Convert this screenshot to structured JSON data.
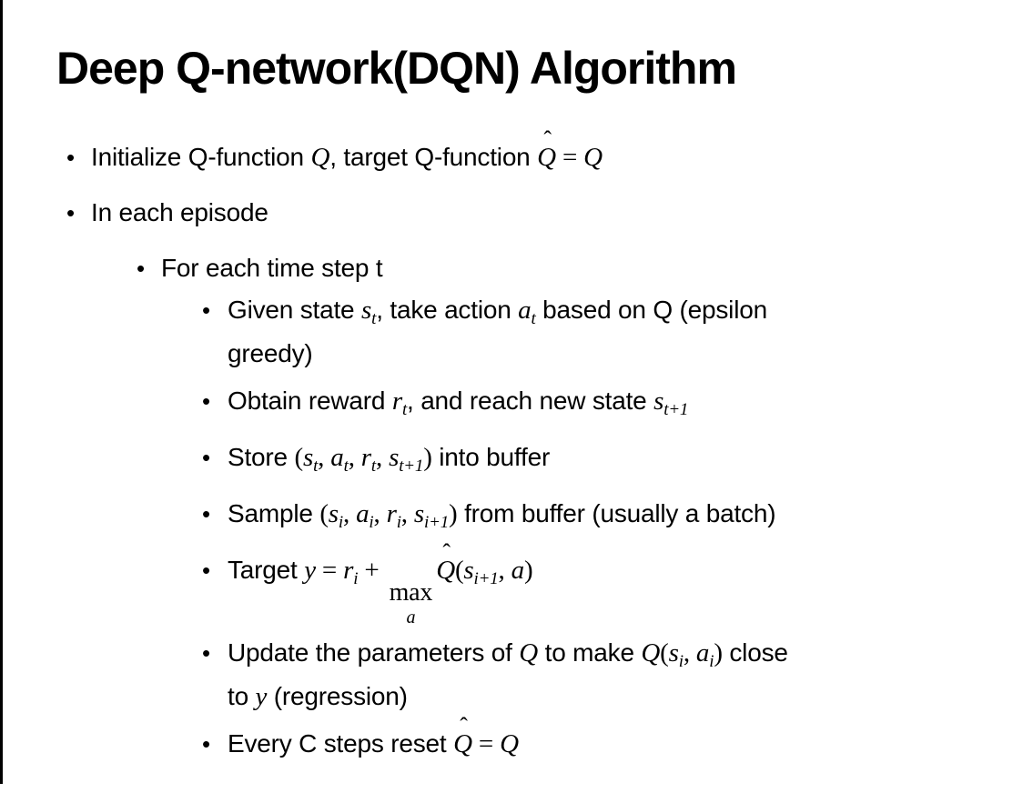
{
  "slide": {
    "title": "Deep Q-network(DQN) Algorithm",
    "bullet_char": "•",
    "colors": {
      "text": "#000000",
      "background": "#ffffff",
      "border": "#000000"
    },
    "bullets": [
      {
        "level": 1,
        "segments": [
          {
            "style": "p",
            "text": "Initialize Q-function "
          },
          {
            "style": "m",
            "text": "Q"
          },
          {
            "style": "p",
            "text": ", target Q-function "
          },
          {
            "style": "mh",
            "text": "Q",
            "hat": "ˆ"
          },
          {
            "style": "mu",
            "text": " = "
          },
          {
            "style": "m",
            "text": "Q"
          }
        ]
      },
      {
        "level": 1,
        "segments": [
          {
            "style": "p",
            "text": "In each episode"
          }
        ]
      },
      {
        "level": 2,
        "segments": [
          {
            "style": "p",
            "text": "For each time step t"
          }
        ]
      },
      {
        "level": 3,
        "segments": [
          {
            "style": "p",
            "text": "Given state "
          },
          {
            "style": "m",
            "text": "s"
          },
          {
            "style": "sub",
            "text": "t"
          },
          {
            "style": "p",
            "text": ", take action "
          },
          {
            "style": "m",
            "text": "a"
          },
          {
            "style": "sub",
            "text": "t"
          },
          {
            "style": "p",
            "text": " based on Q (epsilon"
          },
          {
            "style": "br"
          },
          {
            "style": "p",
            "text": "greedy)"
          }
        ]
      },
      {
        "level": 3,
        "segments": [
          {
            "style": "p",
            "text": "Obtain reward "
          },
          {
            "style": "m",
            "text": "r"
          },
          {
            "style": "sub",
            "text": "t"
          },
          {
            "style": "p",
            "text": ", and reach new state "
          },
          {
            "style": "m",
            "text": "s"
          },
          {
            "style": "sub",
            "text": "t+1"
          }
        ]
      },
      {
        "level": 3,
        "segments": [
          {
            "style": "p",
            "text": "Store "
          },
          {
            "style": "mu",
            "text": "("
          },
          {
            "style": "m",
            "text": "s"
          },
          {
            "style": "sub",
            "text": "t"
          },
          {
            "style": "mu",
            "text": ", "
          },
          {
            "style": "m",
            "text": "a"
          },
          {
            "style": "sub",
            "text": "t"
          },
          {
            "style": "mu",
            "text": ", "
          },
          {
            "style": "m",
            "text": "r"
          },
          {
            "style": "sub",
            "text": "t"
          },
          {
            "style": "mu",
            "text": ", "
          },
          {
            "style": "m",
            "text": "s"
          },
          {
            "style": "sub",
            "text": "t+1"
          },
          {
            "style": "mu",
            "text": ")"
          },
          {
            "style": "p",
            "text": " into buffer"
          }
        ]
      },
      {
        "level": 3,
        "segments": [
          {
            "style": "p",
            "text": "Sample "
          },
          {
            "style": "mu",
            "text": "("
          },
          {
            "style": "m",
            "text": "s"
          },
          {
            "style": "sub",
            "text": "i"
          },
          {
            "style": "mu",
            "text": ", "
          },
          {
            "style": "m",
            "text": "a"
          },
          {
            "style": "sub",
            "text": "i"
          },
          {
            "style": "mu",
            "text": ", "
          },
          {
            "style": "m",
            "text": "r"
          },
          {
            "style": "sub",
            "text": "i"
          },
          {
            "style": "mu",
            "text": ", "
          },
          {
            "style": "m",
            "text": "s"
          },
          {
            "style": "sub",
            "text": "i+1"
          },
          {
            "style": "mu",
            "text": ")"
          },
          {
            "style": "p",
            "text": " from buffer (usually a batch)"
          }
        ]
      },
      {
        "level": 3,
        "tall": true,
        "segments": [
          {
            "style": "p",
            "text": "Target "
          },
          {
            "style": "m",
            "text": "y"
          },
          {
            "style": "mu",
            "text": " = "
          },
          {
            "style": "m",
            "text": "r"
          },
          {
            "style": "sub",
            "text": "i"
          },
          {
            "style": "mu",
            "text": " + "
          },
          {
            "style": "underset",
            "text": "max",
            "under": "a"
          },
          {
            "style": "mh",
            "text": "Q",
            "hat": "ˆ"
          },
          {
            "style": "mu",
            "text": "("
          },
          {
            "style": "m",
            "text": "s"
          },
          {
            "style": "sub",
            "text": "i+1"
          },
          {
            "style": "mu",
            "text": ", "
          },
          {
            "style": "m",
            "text": "a"
          },
          {
            "style": "mu",
            "text": ")"
          }
        ]
      },
      {
        "level": 3,
        "segments": [
          {
            "style": "p",
            "text": "Update the parameters of "
          },
          {
            "style": "m",
            "text": "Q"
          },
          {
            "style": "p",
            "text": " to make "
          },
          {
            "style": "m",
            "text": "Q"
          },
          {
            "style": "mu",
            "text": "("
          },
          {
            "style": "m",
            "text": "s"
          },
          {
            "style": "sub",
            "text": "i"
          },
          {
            "style": "mu",
            "text": ", "
          },
          {
            "style": "m",
            "text": "a"
          },
          {
            "style": "sub",
            "text": "i"
          },
          {
            "style": "mu",
            "text": ")"
          },
          {
            "style": "p",
            "text": " close"
          },
          {
            "style": "br"
          },
          {
            "style": "p",
            "text": "to "
          },
          {
            "style": "m",
            "text": "y"
          },
          {
            "style": "p",
            "text": " (regression)"
          }
        ]
      },
      {
        "level": 3,
        "segments": [
          {
            "style": "p",
            "text": "Every C steps reset "
          },
          {
            "style": "mh",
            "text": "Q",
            "hat": "ˆ"
          },
          {
            "style": "mu",
            "text": " = "
          },
          {
            "style": "m",
            "text": "Q"
          }
        ]
      }
    ]
  }
}
